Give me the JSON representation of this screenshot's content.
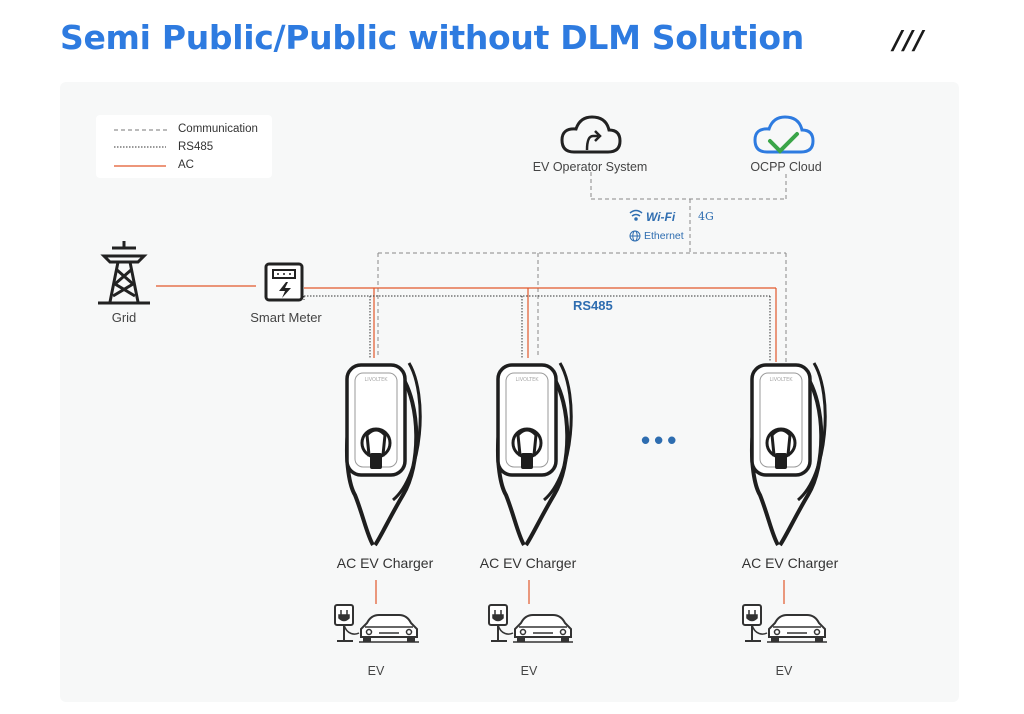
{
  "title": "Semi Public/Public without DLM Solution",
  "decoration": "///",
  "legend": [
    {
      "label": "Communication",
      "style": "dashed"
    },
    {
      "label": "RS485",
      "style": "dotted"
    },
    {
      "label": "AC",
      "style": "solid",
      "color": "#e2572b"
    }
  ],
  "nodes": {
    "grid": "Grid",
    "smart_meter": "Smart Meter",
    "ev_operator": "EV Operator System",
    "ocpp_cloud": "OCPP Cloud",
    "charger_1": "AC EV Charger",
    "charger_2": "AC EV Charger",
    "charger_3": "AC EV Charger",
    "ev_1": "EV",
    "ev_2": "EV",
    "ev_3": "EV"
  },
  "network": {
    "wifi": "Wi-Fi",
    "ethernet": "Ethernet",
    "cellular": "4G",
    "bus": "RS485"
  },
  "ellipsis": "•••",
  "colors": {
    "title": "#2e7be0",
    "accent_blue": "#2e6db0",
    "ac_line": "#e2572b",
    "cloud_check": "#3aa548",
    "cloud_outline": "#2e7be0",
    "panel_bg": "#f7f8f8"
  }
}
